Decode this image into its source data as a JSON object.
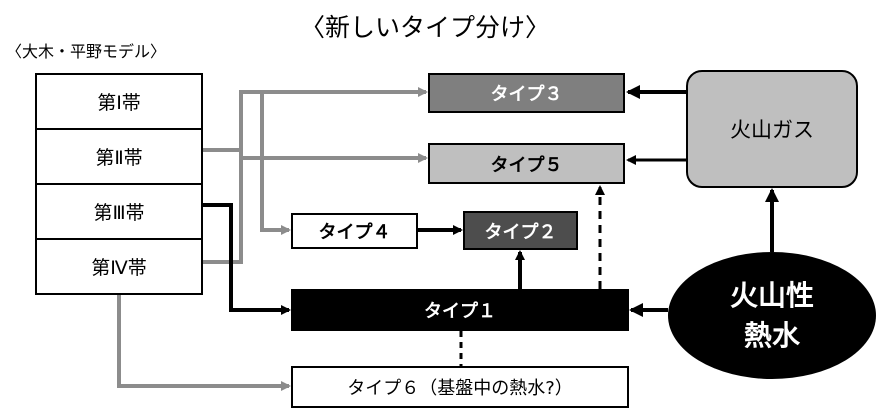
{
  "title": "〈新しいタイプ分け〉",
  "model_label": "〈大木・平野モデル〉",
  "zones": [
    "第Ⅰ帯",
    "第Ⅱ帯",
    "第Ⅲ帯",
    "第Ⅳ帯"
  ],
  "types": {
    "type1": "タイプ１",
    "type2": "タイプ２",
    "type3": "タイプ３",
    "type4": "タイプ４",
    "type5": "タイプ５",
    "type6": "タイプ６（基盤中の熱水?）"
  },
  "sources": {
    "volcanic_gas": "火山ガス",
    "hydrothermal_line1": "火山性",
    "hydrothermal_line2": "熱水"
  },
  "colors": {
    "black": "#000000",
    "dark_gray": "#4d4d4d",
    "mid_gray": "#7f7f7f",
    "light_gray": "#bfbfbf",
    "arrow_gray": "#8c8c8c"
  }
}
